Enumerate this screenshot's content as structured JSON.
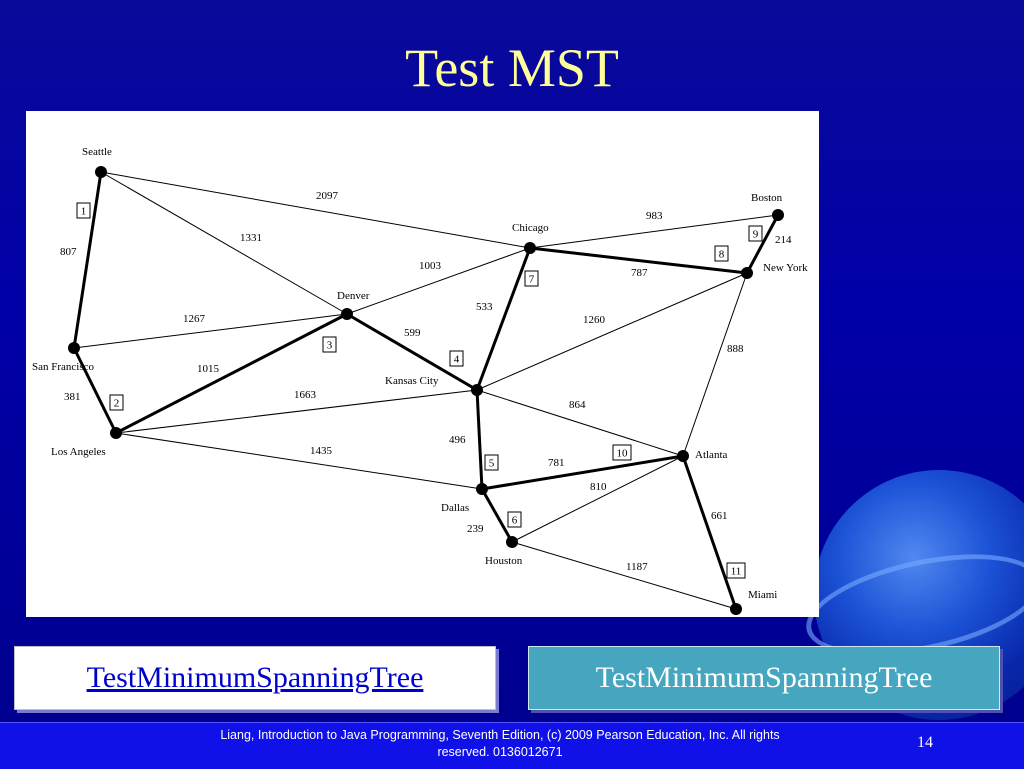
{
  "slide": {
    "title": "Test MST",
    "page_number": "14",
    "footer": "Liang, Introduction to Java Programming, Seventh Edition, (c) 2009 Pearson Education, Inc. All rights reserved. 0136012671"
  },
  "buttons": {
    "source_link_label": "TestMinimumSpanningTree",
    "run_label": "TestMinimumSpanningTree"
  },
  "graph": {
    "cities": [
      {
        "id": "seattle",
        "name": "Seattle"
      },
      {
        "id": "sanfrancisco",
        "name": "San Francisco"
      },
      {
        "id": "losangeles",
        "name": "Los Angeles"
      },
      {
        "id": "denver",
        "name": "Denver"
      },
      {
        "id": "kansascity",
        "name": "Kansas City"
      },
      {
        "id": "chicago",
        "name": "Chicago"
      },
      {
        "id": "boston",
        "name": "Boston"
      },
      {
        "id": "newyork",
        "name": "New York"
      },
      {
        "id": "atlanta",
        "name": "Atlanta"
      },
      {
        "id": "miami",
        "name": "Miami"
      },
      {
        "id": "dallas",
        "name": "Dallas"
      },
      {
        "id": "houston",
        "name": "Houston"
      }
    ],
    "edges": [
      {
        "from": "seattle",
        "to": "chicago",
        "weight": "2097",
        "mst": false
      },
      {
        "from": "seattle",
        "to": "denver",
        "weight": "1331",
        "mst": false
      },
      {
        "from": "seattle",
        "to": "sanfrancisco",
        "weight": "807",
        "mst": true,
        "order": "1"
      },
      {
        "from": "sanfrancisco",
        "to": "denver",
        "weight": "1267",
        "mst": false
      },
      {
        "from": "sanfrancisco",
        "to": "losangeles",
        "weight": "381",
        "mst": true,
        "order": "2"
      },
      {
        "from": "losangeles",
        "to": "denver",
        "weight": "1015",
        "mst": true,
        "order": "3"
      },
      {
        "from": "losangeles",
        "to": "kansascity",
        "weight": "1663",
        "mst": false
      },
      {
        "from": "losangeles",
        "to": "dallas",
        "weight": "1435",
        "mst": false
      },
      {
        "from": "denver",
        "to": "chicago",
        "weight": "1003",
        "mst": false
      },
      {
        "from": "denver",
        "to": "kansascity",
        "weight": "599",
        "mst": true,
        "order": "4"
      },
      {
        "from": "kansascity",
        "to": "chicago",
        "weight": "533",
        "mst": true,
        "order": "7"
      },
      {
        "from": "kansascity",
        "to": "newyork",
        "weight": "1260",
        "mst": false
      },
      {
        "from": "kansascity",
        "to": "atlanta",
        "weight": "864",
        "mst": false
      },
      {
        "from": "kansascity",
        "to": "dallas",
        "weight": "496",
        "mst": true,
        "order": "5"
      },
      {
        "from": "chicago",
        "to": "boston",
        "weight": "983",
        "mst": false
      },
      {
        "from": "chicago",
        "to": "newyork",
        "weight": "787",
        "mst": true,
        "order": "8"
      },
      {
        "from": "boston",
        "to": "newyork",
        "weight": "214",
        "mst": true,
        "order": "9"
      },
      {
        "from": "newyork",
        "to": "atlanta",
        "weight": "888",
        "mst": false
      },
      {
        "from": "atlanta",
        "to": "miami",
        "weight": "661",
        "mst": true,
        "order": "11"
      },
      {
        "from": "atlanta",
        "to": "dallas",
        "weight": "781",
        "mst": true,
        "order": "10"
      },
      {
        "from": "atlanta",
        "to": "houston",
        "weight": "810",
        "mst": false
      },
      {
        "from": "dallas",
        "to": "houston",
        "weight": "239",
        "mst": true,
        "order": "6"
      },
      {
        "from": "houston",
        "to": "miami",
        "weight": "1187",
        "mst": false
      }
    ]
  }
}
